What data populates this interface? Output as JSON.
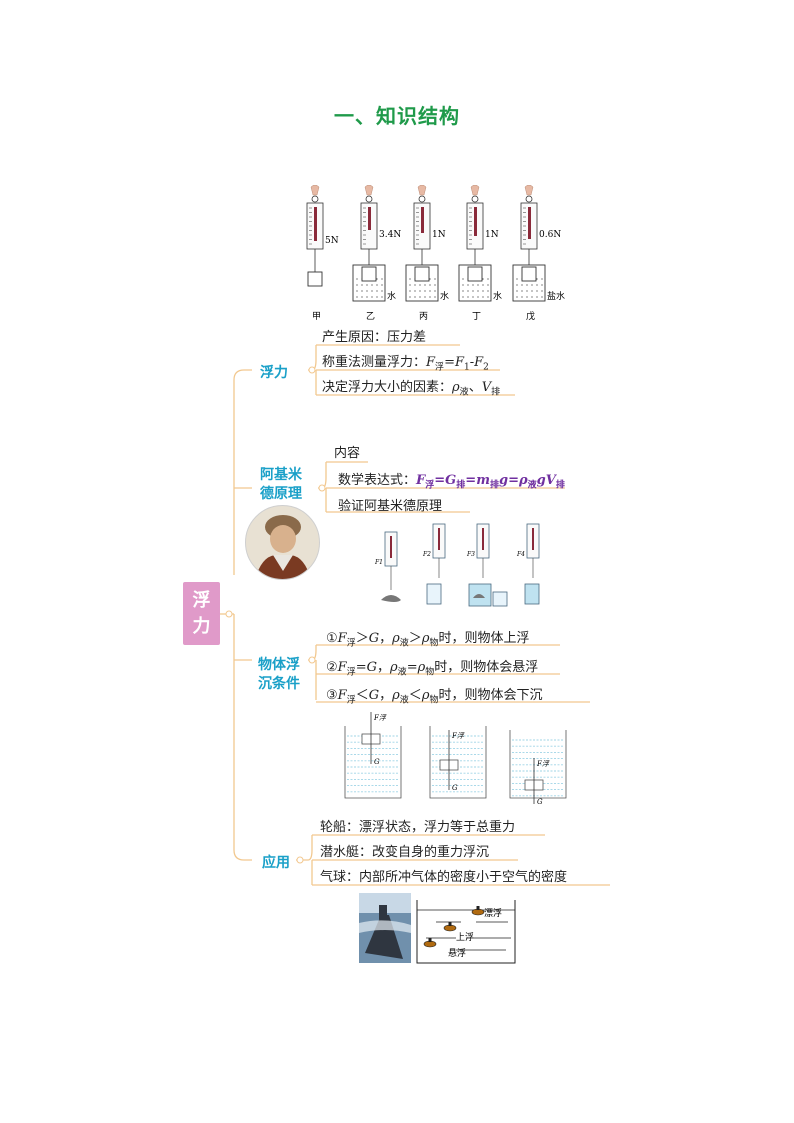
{
  "title": "一、知识结构",
  "root": {
    "line1": "浮",
    "line2": "力"
  },
  "top_figure": {
    "labels": [
      "甲",
      "乙",
      "丙",
      "丁",
      "戊"
    ],
    "readings": [
      "5N",
      "3.4N",
      "1N",
      "1N",
      "0.6N"
    ],
    "liquids": [
      "水",
      "水",
      "水",
      "盐水"
    ]
  },
  "buoyancy": {
    "label": "浮力",
    "cause": "产生原因：压力差",
    "weighing_prefix": "称重法测量浮力：",
    "factors_prefix": "决定浮力大小的因素：",
    "sub_float": "浮",
    "sub_liquid": "液",
    "sub_displaced": "排",
    "F": "F",
    "rho": "ρ",
    "V": "V",
    "one": "1",
    "two": "2",
    "eq": "=",
    "minus": "-",
    "comma": "、"
  },
  "archimedes": {
    "label_line1": "阿基米",
    "label_line2": "德原理",
    "content": "内容",
    "formula_prefix": "数学表达式：",
    "verify": "验证阿基米德原理",
    "f_labels": [
      "F1",
      "F2",
      "F3",
      "F4"
    ]
  },
  "conditions": {
    "label_line1": "物体浮",
    "label_line2": "沉条件",
    "rows": [
      {
        "num": "①",
        "rel1": "＞",
        "rel2": "＞",
        "result": "时，则物体上浮"
      },
      {
        "num": "②",
        "rel1": "=",
        "rel2": "=",
        "result": "时，则物体会悬浮"
      },
      {
        "num": "③",
        "rel1": "＜",
        "rel2": "＜",
        "result": "时，则物体会下沉"
      }
    ],
    "G": "G",
    "sub_obj": "物",
    "diagram_labels": {
      "F": "F",
      "sub": "浮",
      "G": "G"
    }
  },
  "applications": {
    "label": "应用",
    "items": [
      "轮船：漂浮状态，浮力等于总重力",
      "潜水艇：改变自身的重力浮沉",
      "气球：内部所冲气体的密度小于空气的密度"
    ],
    "sub_states": [
      "漂浮",
      "上浮",
      "悬浮"
    ]
  },
  "colors": {
    "title": "#1f9a4a",
    "branch": "#1aa0c8",
    "root": "#e09ac9",
    "tree_line": "#f2c88f",
    "formula": "#7030a0",
    "water": "#9fd4e6"
  }
}
